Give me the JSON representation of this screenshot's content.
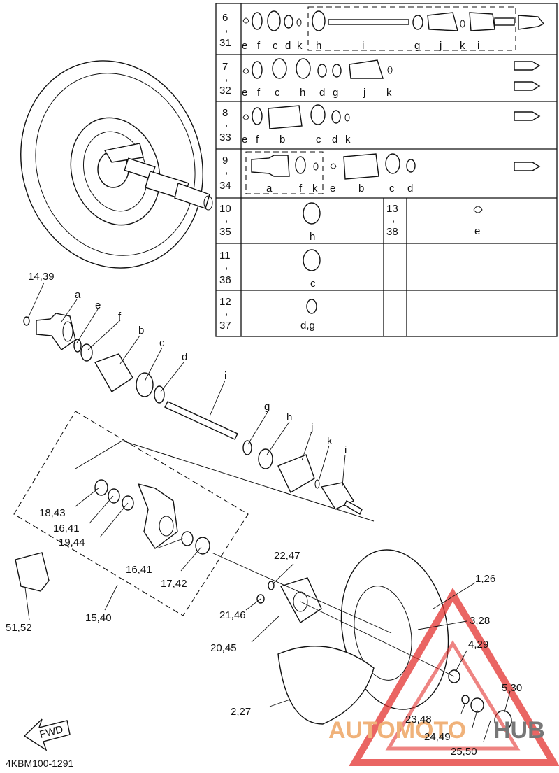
{
  "diagram": {
    "code": "4KBM100-1291",
    "fwd_label": "FWD",
    "watermark": {
      "part_a": "AUTOMOTO",
      "part_b": "HUB",
      "color_a": "#f0b27a",
      "color_b": "#777777",
      "triangle_color": "#e3322f"
    },
    "table": {
      "rows": [
        {
          "nums": [
            "6",
            ",",
            "31"
          ],
          "letters": [
            "e",
            "f",
            "c",
            "d",
            "k",
            "h",
            "i",
            "g",
            "j",
            "k",
            "i"
          ]
        },
        {
          "nums": [
            "7",
            ",",
            "32"
          ],
          "letters": [
            "e",
            "f",
            "c",
            "h",
            "d",
            "g",
            "j",
            "k"
          ]
        },
        {
          "nums": [
            "8",
            ",",
            "33"
          ],
          "letters": [
            "e",
            "f",
            "b",
            "c",
            "d",
            "k"
          ]
        },
        {
          "nums": [
            "9",
            ",",
            "34"
          ],
          "letters": [
            "a",
            "f",
            "k",
            "e",
            "b",
            "c",
            "d"
          ]
        },
        {
          "nums": [
            "10",
            ",",
            "35"
          ],
          "letters": [
            "h"
          ],
          "nums2": [
            "13",
            ",",
            "38"
          ],
          "letters2": [
            "e"
          ]
        },
        {
          "nums": [
            "11",
            ",",
            "36"
          ],
          "letters": [
            "c"
          ]
        },
        {
          "nums": [
            "12",
            ",",
            "37"
          ],
          "letters": [
            "d,g"
          ]
        }
      ]
    },
    "callouts": {
      "n14_39": "14,39",
      "a": "a",
      "e": "e",
      "f": "f",
      "b": "b",
      "c": "c",
      "d": "d",
      "i1": "i",
      "g": "g",
      "h": "h",
      "j": "j",
      "k": "k",
      "i2": "i",
      "n18_43": "18,43",
      "n16_41a": "16,41",
      "n19_44": "19,44",
      "n16_41b": "16,41",
      "n17_42": "17,42",
      "n22_47": "22,47",
      "n21_46": "21,46",
      "n20_45": "20,45",
      "n15_40": "15,40",
      "n51_52": "51,52",
      "n1_26": "1,26",
      "n3_28": "3,28",
      "n4_29": "4,29",
      "n5_30": "5,30",
      "n2_27": "2,27",
      "n23_48": "23,48",
      "n24_49": "24,49",
      "n25_50": "25,50"
    }
  }
}
